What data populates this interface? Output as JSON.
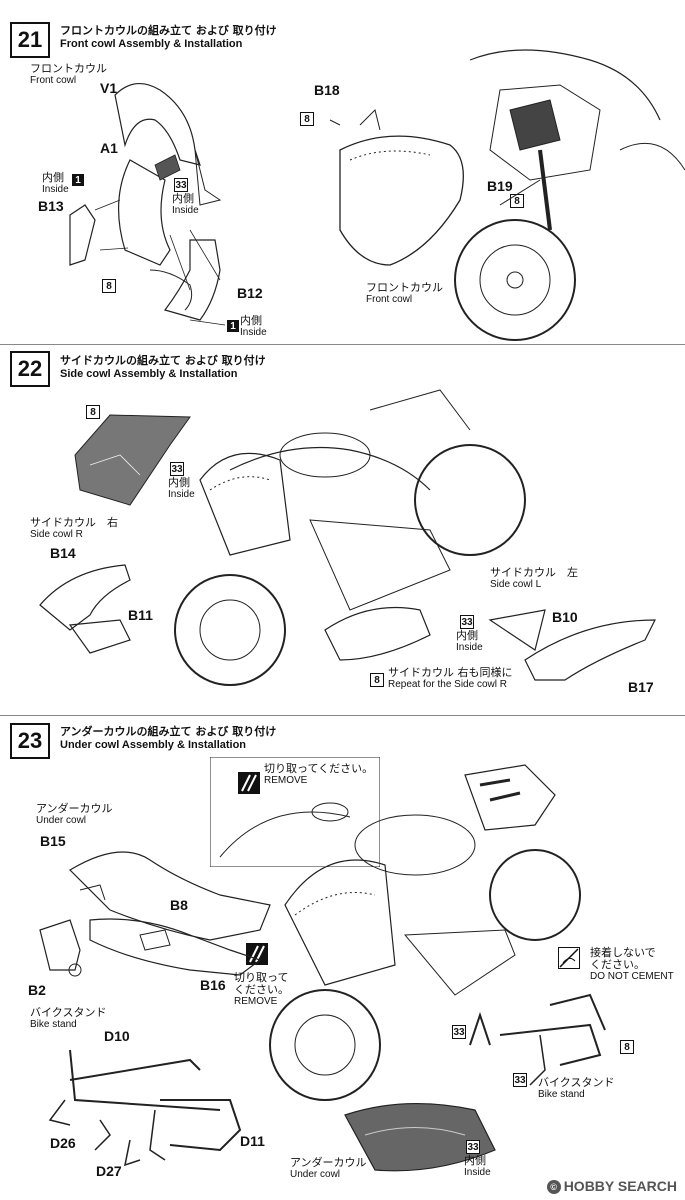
{
  "steps": [
    {
      "number": "21",
      "title_jp": "フロントカウルの組み立て および 取り付け",
      "title_en": "Front cowl Assembly & Installation"
    },
    {
      "number": "22",
      "title_jp": "サイドカウルの組み立て および 取り付け",
      "title_en": "Side cowl Assembly & Installation"
    },
    {
      "number": "23",
      "title_jp": "アンダーカウルの組み立て および 取り付け",
      "title_en": "Under cowl Assembly & Installation"
    }
  ],
  "step21": {
    "front_cowl_jp": "フロントカウル",
    "front_cowl_en": "Front cowl",
    "parts": [
      "V1",
      "A1",
      "B13",
      "B12",
      "B18",
      "B19"
    ],
    "inside_jp": "内側",
    "inside_en": "Inside",
    "tags": {
      "t1": "1",
      "t8": "8",
      "t33": "33"
    },
    "front_cowl_right_jp": "フロントカウル",
    "front_cowl_right_en": "Front cowl"
  },
  "step22": {
    "side_cowl_r_jp": "サイドカウル　右",
    "side_cowl_r_en": "Side cowl R",
    "side_cowl_l_jp": "サイドカウル　左",
    "side_cowl_l_en": "Side cowl L",
    "parts": [
      "B14",
      "B11",
      "B10",
      "B17"
    ],
    "inside_jp": "内側",
    "inside_en": "Inside",
    "repeat_jp": "サイドカウル 右も同様に",
    "repeat_en": "Repeat for the Side cowl R",
    "tags": {
      "t8": "8",
      "t33": "33"
    }
  },
  "step23": {
    "remove_jp": "切り取ってください。",
    "remove_en": "REMOVE",
    "remove2_jp": "切り取って",
    "remove2_jp2": "ください。",
    "remove2_en": "REMOVE",
    "under_cowl_jp": "アンダーカウル",
    "under_cowl_en": "Under cowl",
    "parts": [
      "B15",
      "B8",
      "B2",
      "B16",
      "D10",
      "D26",
      "D11",
      "D27"
    ],
    "bike_stand_jp": "バイクスタンド",
    "bike_stand_en": "Bike stand",
    "no_cement_jp": "接着しないで",
    "no_cement_jp2": "ください。",
    "no_cement_en": "DO NOT CEMENT",
    "inside_jp": "内側",
    "inside_en": "Inside",
    "tags": {
      "t8": "8",
      "t33": "33"
    }
  },
  "watermark": "HOBBY SEARCH",
  "watermark_mark": "©"
}
